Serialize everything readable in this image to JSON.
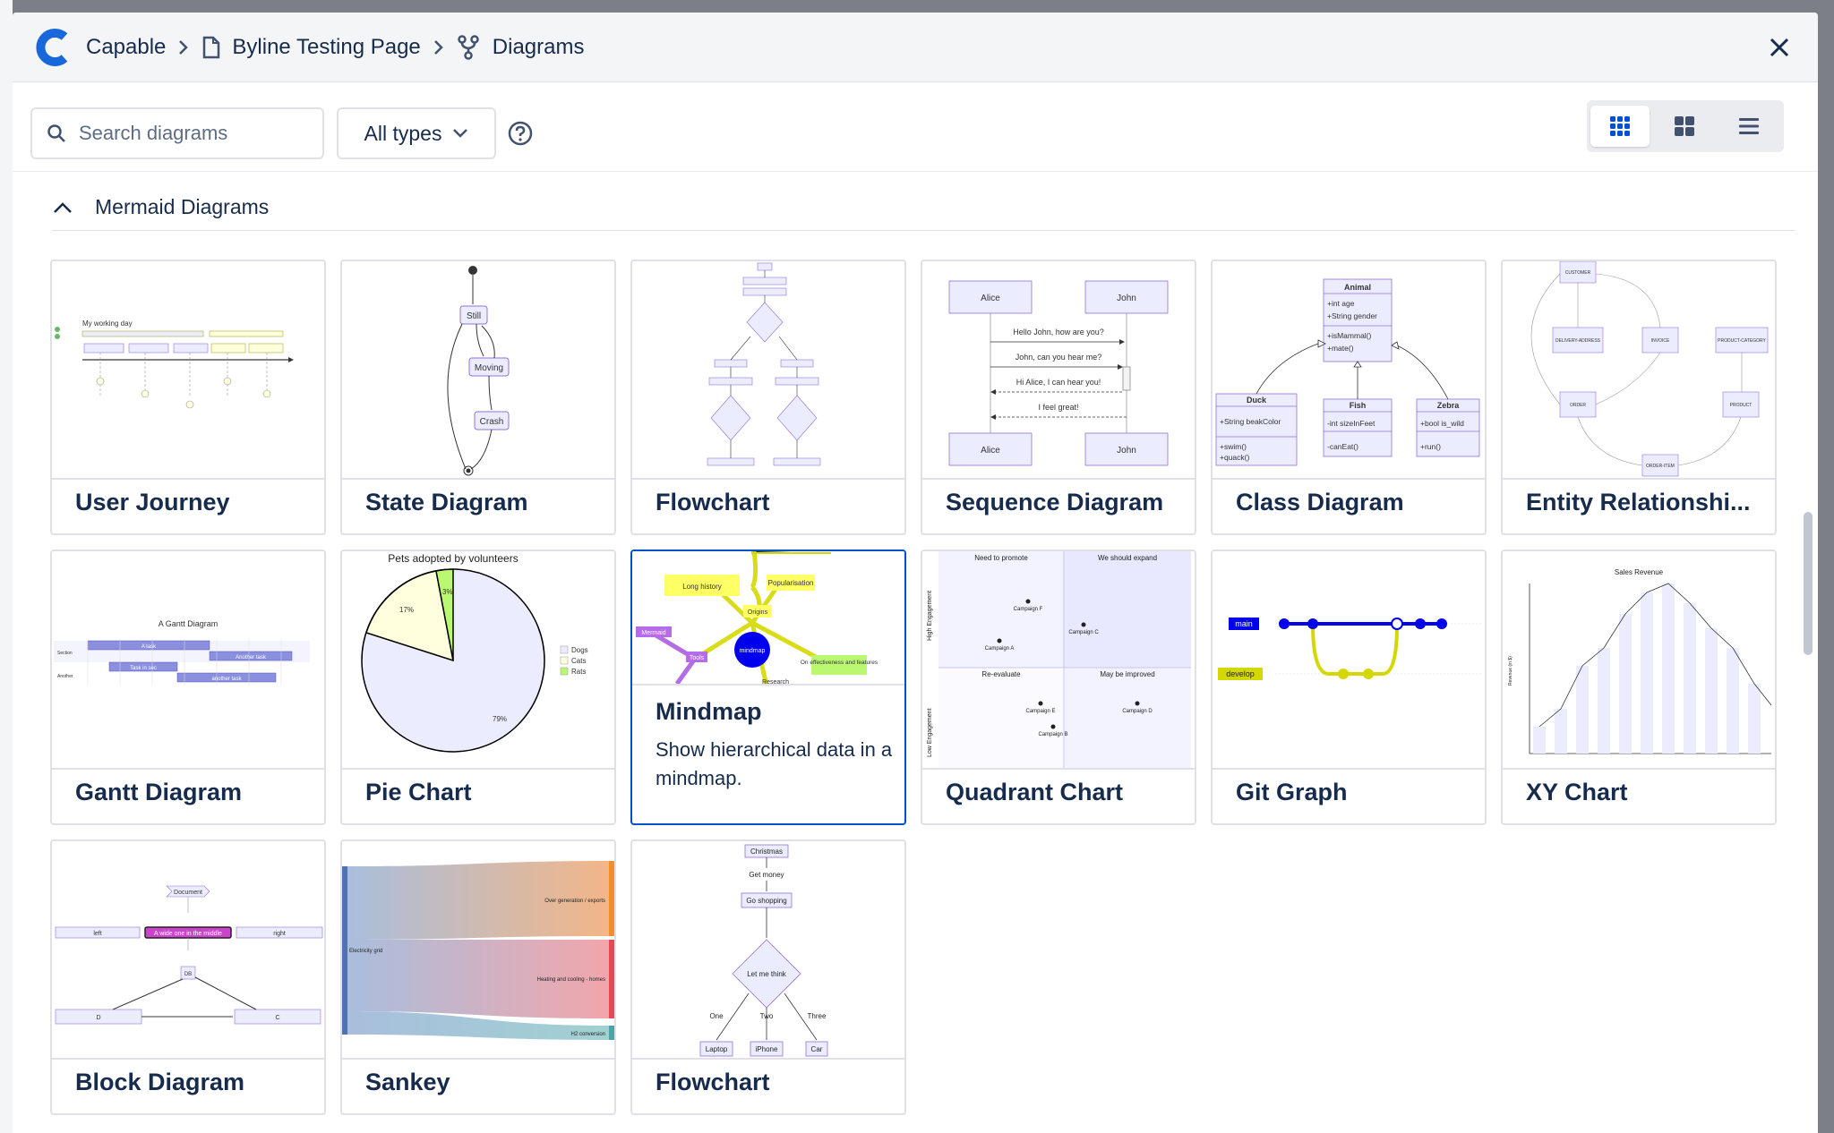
{
  "breadcrumb": {
    "app": "Capable",
    "page": "Byline Testing Page",
    "section": "Diagrams"
  },
  "toolbar": {
    "search_placeholder": "Search diagrams",
    "type_filter": "All types"
  },
  "section": {
    "title": "Mermaid Diagrams"
  },
  "cards": [
    {
      "label": "User Journey"
    },
    {
      "label": "State Diagram"
    },
    {
      "label": "Flowchart"
    },
    {
      "label": "Sequence Diagram"
    },
    {
      "label": "Class Diagram"
    },
    {
      "label": "Entity Relationshi..."
    },
    {
      "label": "Gantt Diagram"
    },
    {
      "label": "Pie Chart"
    },
    {
      "label": "Mindmap",
      "description": "Show hierarchical data in a mindmap."
    },
    {
      "label": "Quadrant Chart"
    },
    {
      "label": "Git Graph"
    },
    {
      "label": "XY Chart"
    },
    {
      "label": "Block Diagram"
    },
    {
      "label": "Sankey"
    },
    {
      "label": "Flowchart"
    }
  ],
  "thumbs": {
    "journey": {
      "title": "My working day"
    },
    "state": {
      "still": "Still",
      "moving": "Moving",
      "crash": "Crash"
    },
    "sequence": {
      "a": "Alice",
      "b": "John",
      "m1": "Hello John, how are you?",
      "m2": "John, can you hear me?",
      "m3": "Hi Alice, I can hear you!",
      "m4": "I feel great!"
    },
    "class": {
      "animal": "Animal",
      "a1": "+int age",
      "a2": "+String gender",
      "a3": "+isMammal()",
      "a4": "+mate()",
      "duck": "Duck",
      "d1": "+String beakColor",
      "d2": "+swim()",
      "d3": "+quack()",
      "fish": "Fish",
      "f1": "-int sizeInFeet",
      "f2": "-canEat()",
      "zebra": "Zebra",
      "z1": "+bool is_wild",
      "z2": "+run()"
    },
    "er": {
      "customer": "CUSTOMER",
      "delivery": "DELIVERY-ADDRESS",
      "invoice": "INVOICE",
      "order": "ORDER",
      "category": "PRODUCT-CATEGORY",
      "product": "PRODUCT",
      "item": "ORDER-ITEM"
    },
    "gantt": {
      "title": "A Gantt Diagram",
      "section": "Section",
      "another": "Another",
      "t1": "A task",
      "t2": "Task in sec",
      "t3": "Another task",
      "t4": "another task"
    },
    "pie": {
      "title": "Pets adopted by volunteers",
      "p1": "79%",
      "p2": "17%",
      "p3": "3%",
      "l1": "Dogs",
      "l2": "Cats",
      "l3": "Rats"
    },
    "mindmap": {
      "root": "mindmap",
      "n1": "Long history",
      "n2": "Popularisation",
      "n3": "Origins",
      "n4": "Mermaid",
      "n5": "Tools",
      "n6": "On effectiveness and features",
      "n7": "Research"
    },
    "quadrant": {
      "q1": "Need to promote",
      "q2": "We should expand",
      "q3": "Re-evaluate",
      "q4": "May be improved",
      "y1": "High Engagement",
      "y2": "Low Engagement",
      "pa": "Campaign A",
      "pb": "Campaign B",
      "pc": "Campaign C",
      "pd": "Campaign D",
      "pe": "Campaign E",
      "pf": "Campaign F"
    },
    "git": {
      "main": "main",
      "develop": "develop"
    },
    "xy": {
      "title": "Sales Revenue",
      "ylabel": "Revenue (in $)"
    },
    "block": {
      "doc": "Document",
      "left": "left",
      "mid": "A wide one in the middle",
      "right": "right",
      "db": "DB",
      "d": "D",
      "c": "C"
    },
    "sankey": {
      "s1": "Electricity grid",
      "s2": "Over generation / exports",
      "s3": "Heating and cooling - homes",
      "s4": "H2 conversion"
    },
    "flow2": {
      "n1": "Christmas",
      "n2": "Get money",
      "n3": "Go shopping",
      "n4": "Let me think",
      "o1": "One",
      "o2": "Two",
      "o3": "Three",
      "r1": "Laptop",
      "r2": "iPhone",
      "r3": "Car"
    }
  },
  "colors": {
    "accent": "#0052cc",
    "node_fill": "#ececff",
    "node_stroke": "#9370db"
  }
}
